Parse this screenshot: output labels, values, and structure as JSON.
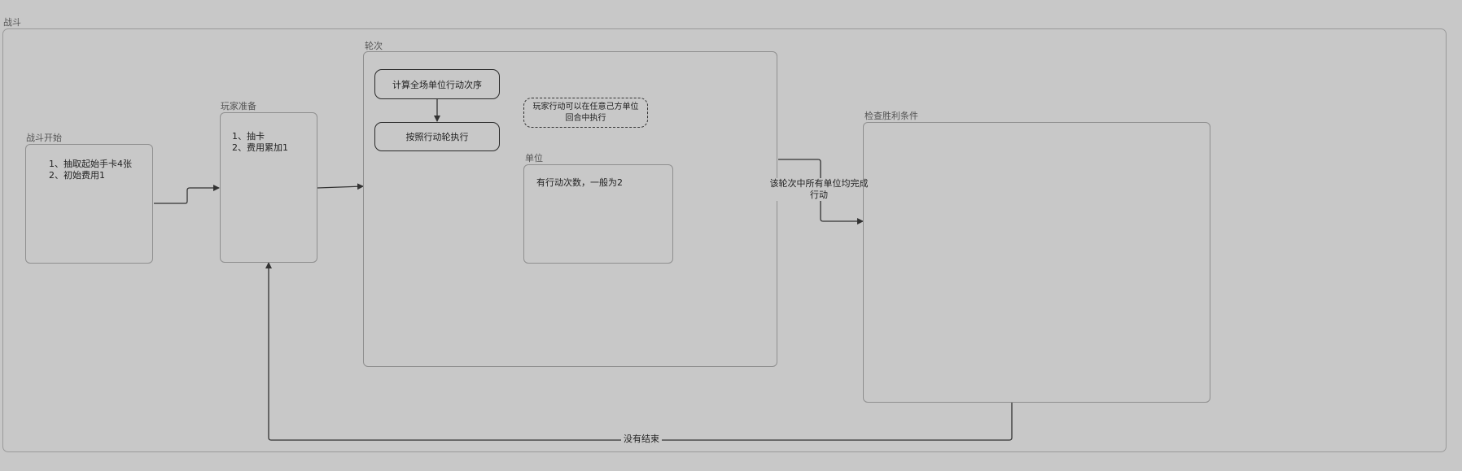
{
  "containers": {
    "battle": {
      "label": "战斗"
    },
    "battle_start": {
      "label": "战斗开始",
      "body": "1、抽取起始手卡4张\n2、初始费用1"
    },
    "player_prep": {
      "label": "玩家准备",
      "body": "1、抽卡\n2、费用累加1"
    },
    "round": {
      "label": "轮次"
    },
    "unit": {
      "label": "单位",
      "body": "有行动次数，一般为2"
    },
    "check_victory": {
      "label": "检查胜利条件"
    }
  },
  "nodes": {
    "calc_order": "计算全场单位行动次序",
    "exec_by_order": "按照行动轮执行"
  },
  "note": "玩家行动可以在任意己方单位回合中执行",
  "edges": {
    "round_done": "该轮次中所有单位均完成行动",
    "not_ended": "没有结束"
  },
  "colors": {
    "background": "#c8c8c8",
    "container_border": "#8f8f8f",
    "node_border": "#2a2a2a"
  }
}
